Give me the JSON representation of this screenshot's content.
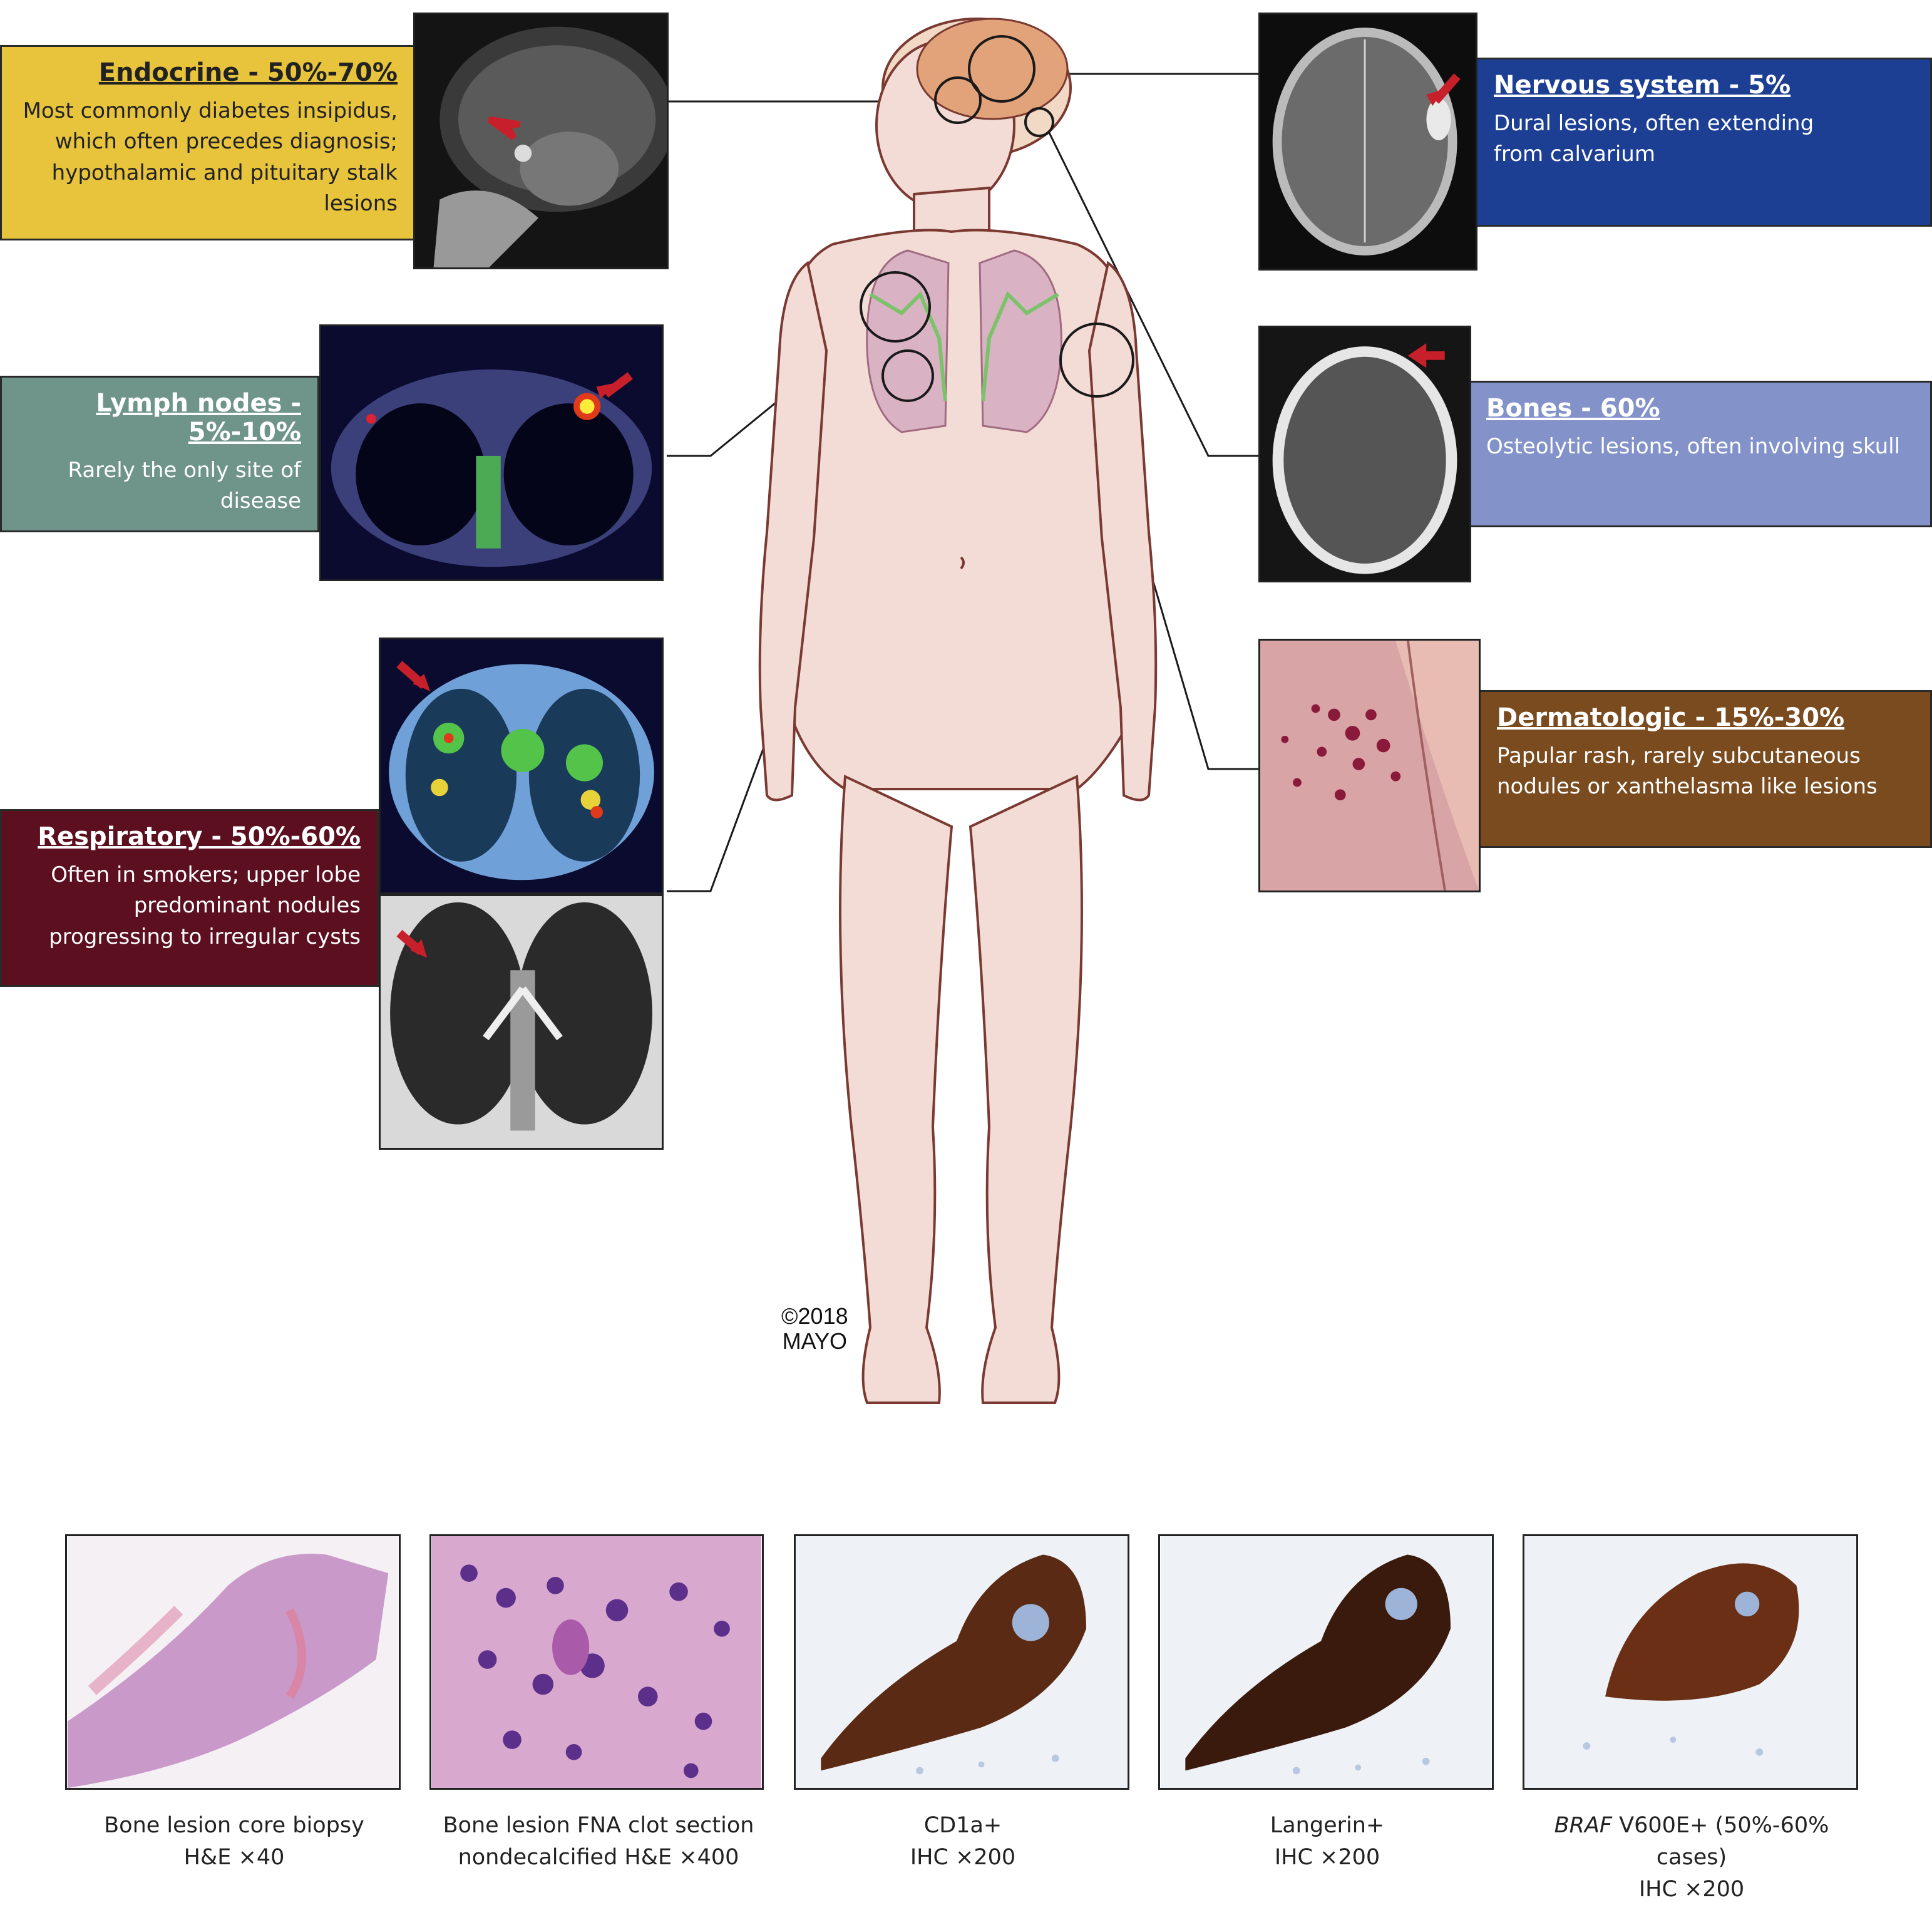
{
  "categories": {
    "endocrine": {
      "title": "Endocrine - 50%-70%",
      "text": "Most commonly diabetes insipidus, which often precedes diagnosis; hypothalamic and pituitary stalk lesions",
      "color": "#e8c43c"
    },
    "nervous": {
      "title": "Nervous system - 5%",
      "text": "Dural lesions, often extending from calvarium",
      "color": "#1c3f94"
    },
    "lymph": {
      "title": "Lymph nodes - 5%-10%",
      "text": "Rarely the only site of disease",
      "color": "#6f948a"
    },
    "bones": {
      "title": "Bones - 60%",
      "text": "Osteolytic lesions, often involving skull",
      "color": "#8392c9"
    },
    "dermatologic": {
      "title": "Dermatologic - 15%-30%",
      "text": "Papular rash, rarely subcutaneous nodules or xanthelasma like lesions",
      "color": "#7a4b1f"
    },
    "respiratory": {
      "title": "Respiratory - 50%-60%",
      "text": "Often in smokers; upper lobe predominant nodules progressing to irregular cysts",
      "color": "#5c0f1f"
    }
  },
  "copyright": {
    "line1": "©2018",
    "line2": "MAYO"
  },
  "captions": [
    {
      "line1": "Bone lesion core biopsy",
      "line2": "H&E ×40"
    },
    {
      "line1": "Bone lesion FNA clot section",
      "line2": "nondecalcified H&E ×400"
    },
    {
      "line1": "CD1a+",
      "line2": "IHC ×200"
    },
    {
      "line1": "Langerin+",
      "line2": "IHC ×200"
    },
    {
      "line1_italic": "BRAF",
      "line1": " V600E+ (50%-60% cases)",
      "line2": "IHC ×200"
    }
  ],
  "colors": {
    "body_fill": "#f4dcd6",
    "body_stroke": "#7a3a32",
    "lung": "#d9b3c4",
    "lymph": "#7cc26a",
    "arrow": "#c8202a"
  }
}
